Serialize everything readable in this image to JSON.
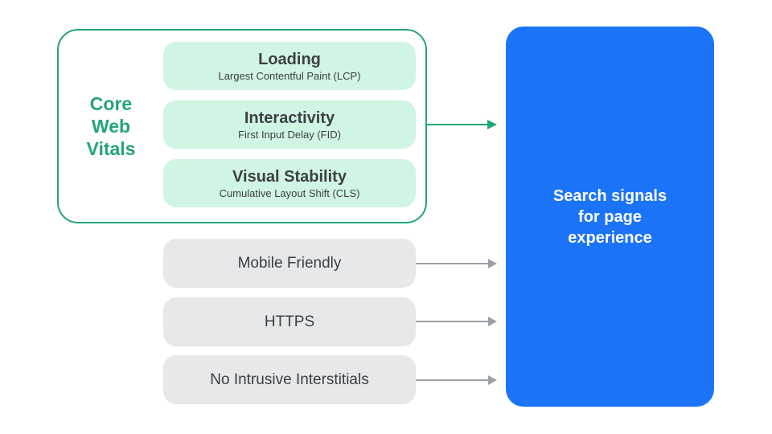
{
  "colors": {
    "green": "#23A47A",
    "green_light": "#D1F5E3",
    "gray_fill": "#E7E8EA",
    "gray_arrow": "#9AA0A6",
    "text_dark": "#3C4043",
    "blue": "#1B74F8"
  },
  "core_web_vitals": {
    "label": "Core\nWeb\nVitals",
    "items": [
      {
        "title": "Loading",
        "subtitle": "Largest Contentful Paint (LCP)"
      },
      {
        "title": "Interactivity",
        "subtitle": "First Input Delay (FID)"
      },
      {
        "title": "Visual Stability",
        "subtitle": "Cumulative Layout Shift (CLS)"
      }
    ]
  },
  "other_signals": [
    {
      "label": "Mobile Friendly"
    },
    {
      "label": "HTTPS"
    },
    {
      "label": "No Intrusive Interstitials"
    }
  ],
  "result": {
    "label": "Search signals\nfor page\nexperience"
  }
}
